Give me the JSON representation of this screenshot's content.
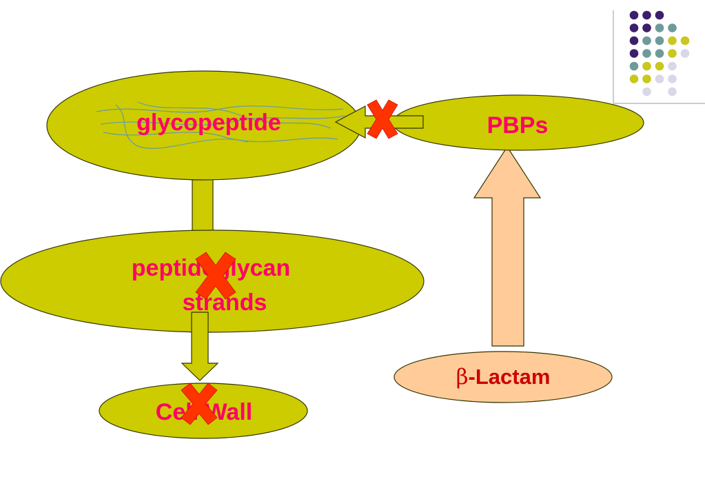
{
  "colors": {
    "node_fill": "#cccc00",
    "node_stroke": "#333300",
    "label_text": "#ff0066",
    "lactam_fill": "#ffcc99",
    "lactam_text": "#cc0000",
    "x_mark": "#ff3300",
    "fiber_line": "#6699aa",
    "dot_purple": "#3b1f6b",
    "dot_teal": "#6f9a9a",
    "dot_olive": "#c8c81e",
    "dot_lavender": "#d8d8e8",
    "divider": "#999999"
  },
  "nodes": {
    "glycopeptide": {
      "label": "glycopeptide"
    },
    "pbps": {
      "label": "PBPs"
    },
    "peptidoglycan": {
      "line1": "peptidoglycan",
      "line2": "strands"
    },
    "cell_wall": {
      "label": "Cell Wall"
    },
    "lactam": {
      "symbol": "β",
      "label": "-Lactam"
    }
  },
  "edges": [
    {
      "from": "pbps",
      "to": "glycopeptide",
      "style": "hollow-arrow",
      "blocked": true
    },
    {
      "from": "glycopeptide",
      "to": "peptidoglycan",
      "style": "connector",
      "blocked": false
    },
    {
      "from": "peptidoglycan",
      "to": "cell_wall",
      "style": "arrow",
      "blocked": true
    },
    {
      "from": "lactam",
      "to": "pbps",
      "style": "large-arrow",
      "blocked": false
    }
  ],
  "blocked_marks": [
    {
      "name": "x-mark-pbps-glycopeptide",
      "icon": "x-cross-icon"
    },
    {
      "name": "x-mark-peptidoglycan",
      "icon": "x-cross-icon"
    },
    {
      "name": "x-mark-cell-wall",
      "icon": "x-cross-icon"
    }
  ],
  "decoration": {
    "dot_grid": [
      [
        "purple",
        "purple",
        "purple",
        "none",
        "none"
      ],
      [
        "purple",
        "purple",
        "teal",
        "teal",
        "none"
      ],
      [
        "purple",
        "teal",
        "teal",
        "olive",
        "olive"
      ],
      [
        "purple",
        "teal",
        "teal",
        "olive",
        "lavender"
      ],
      [
        "teal",
        "olive",
        "olive",
        "lavender",
        "none"
      ],
      [
        "olive",
        "olive",
        "lavender",
        "lavender",
        "none"
      ],
      [
        "none",
        "lavender",
        "none",
        "lavender",
        "none"
      ]
    ]
  }
}
